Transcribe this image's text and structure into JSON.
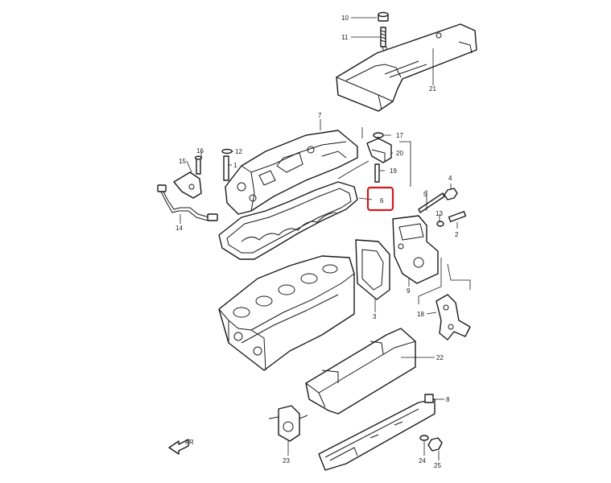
{
  "diagram": {
    "highlight_color": "#d0191b",
    "line_color": "#1a1a1a",
    "highlighted_part": "6",
    "callouts": [
      {
        "id": "10",
        "label": "10"
      },
      {
        "id": "11",
        "label": "11"
      },
      {
        "id": "21",
        "label": "21"
      },
      {
        "id": "7",
        "label": "7"
      },
      {
        "id": "17",
        "label": "17"
      },
      {
        "id": "20",
        "label": "20"
      },
      {
        "id": "19",
        "label": "19"
      },
      {
        "id": "16",
        "label": "16"
      },
      {
        "id": "15",
        "label": "15"
      },
      {
        "id": "12",
        "label": "12"
      },
      {
        "id": "1",
        "label": "1"
      },
      {
        "id": "14",
        "label": "14"
      },
      {
        "id": "6",
        "label": "6"
      },
      {
        "id": "5",
        "label": "5"
      },
      {
        "id": "4",
        "label": "4"
      },
      {
        "id": "13",
        "label": "13"
      },
      {
        "id": "2",
        "label": "2"
      },
      {
        "id": "9",
        "label": "9"
      },
      {
        "id": "3",
        "label": "3"
      },
      {
        "id": "18",
        "label": "18"
      },
      {
        "id": "22",
        "label": "22"
      },
      {
        "id": "8",
        "label": "8"
      },
      {
        "id": "23",
        "label": "23"
      },
      {
        "id": "24",
        "label": "24"
      },
      {
        "id": "25",
        "label": "25"
      }
    ],
    "direction_marker": {
      "icon": "front-arrow-icon",
      "text": "FR"
    }
  }
}
